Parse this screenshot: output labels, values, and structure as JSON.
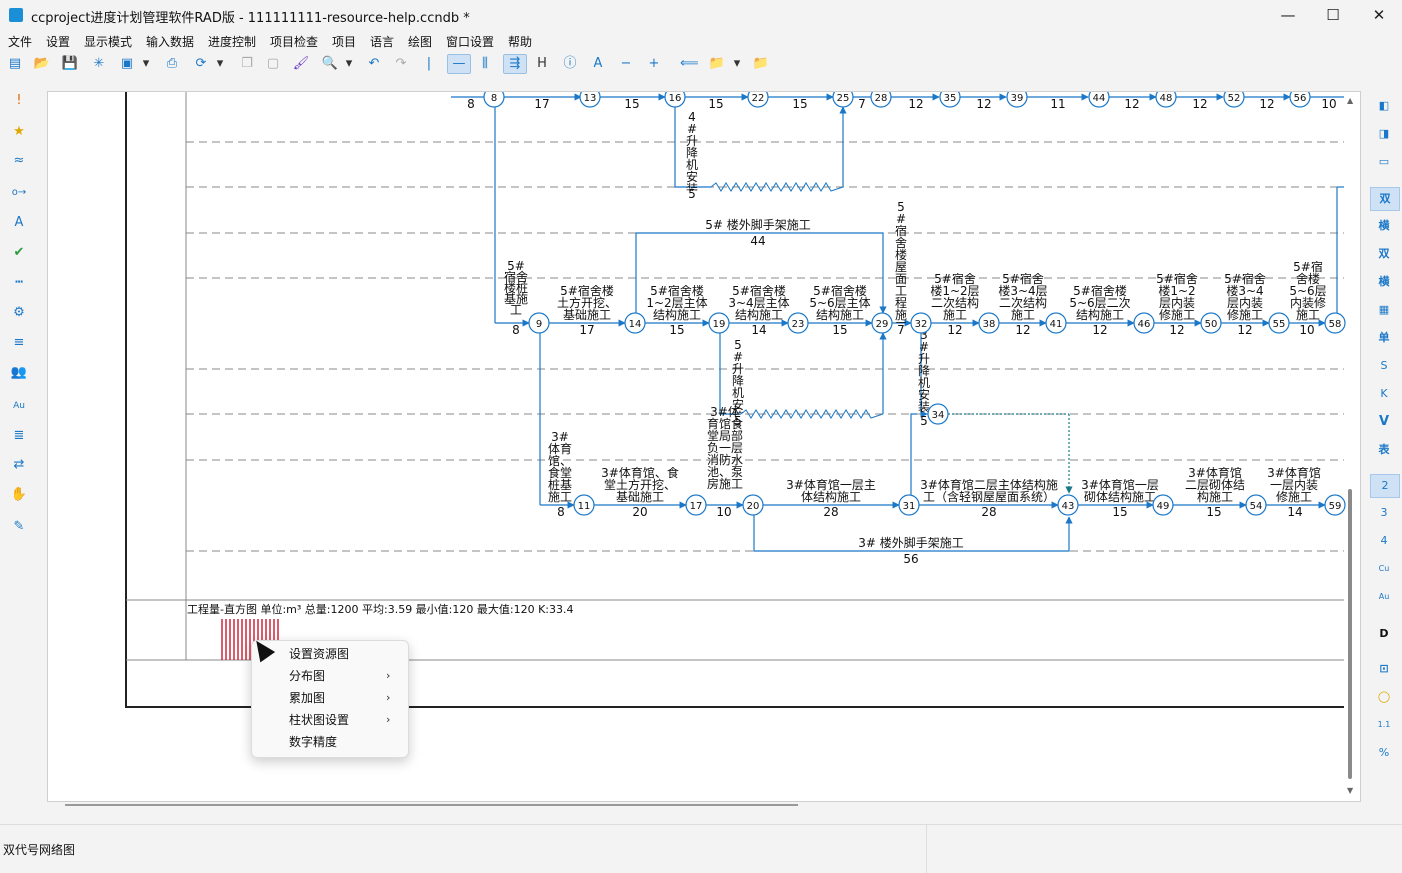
{
  "window": {
    "title": "ccproject进度计划管理软件RAD版 - 111111111-resource-help.ccndb *",
    "minimize": "—",
    "maximize": "☐",
    "close": "✕"
  },
  "menu": [
    "文件",
    "设置",
    "显示模式",
    "输入数据",
    "进度控制",
    "项目检查",
    "项目",
    "语言",
    "绘图",
    "窗口设置",
    "帮助"
  ],
  "toolbar_icons": [
    "new-icon",
    "open-icon",
    "save-icon",
    "star-burst-icon",
    "image-icon",
    "dropdown-icon",
    "print-icon",
    "refresh-icon",
    "dropdown-icon",
    "copy-icon",
    "paste-icon",
    "format-painter-icon",
    "search-icon",
    "dropdown-icon",
    "undo-icon",
    "redo-icon",
    "separator-icon",
    "single-line-icon",
    "column-icon",
    "network-icon",
    "h-icon",
    "info-icon",
    "text-a-icon",
    "zoom-out-icon",
    "zoom-in-icon",
    "back-icon",
    "folder-icon",
    "dropdown-icon",
    "red-folder-icon"
  ],
  "toolbar_glyphs": [
    "▤",
    "📂",
    "💾",
    "✳",
    "▣",
    "▾",
    "⎙",
    "⟳",
    "▾",
    "❐",
    "▢",
    "🖌",
    "🔍",
    "▾",
    "↶",
    "↷",
    "|",
    "—",
    "⫼",
    "⇶",
    "H",
    "ⓘ",
    "A",
    "−",
    "+",
    "⟸",
    "📁",
    "▾",
    "📁"
  ],
  "left_tools": [
    "!",
    "★",
    "≈",
    "o→",
    "A",
    "✔",
    "┅",
    "⚙",
    "≡",
    "👥",
    "Au",
    "≣",
    "⇄",
    "✋",
    "✎"
  ],
  "right_tools": [
    "◧",
    "◨",
    "▭",
    "双",
    "横",
    "双",
    "横",
    "▦",
    "单",
    "S",
    "K",
    "V",
    "表",
    "2",
    "3",
    "4",
    "Cu",
    "Au",
    "D",
    "⊡",
    "◯",
    "1.1",
    "%"
  ],
  "status": {
    "mode": "双代号网络图"
  },
  "histogram": {
    "caption": "工程量-直方图 单位:m³ 总量:1200 平均:3.59 最小值:120 最大值:120 K:33.4"
  },
  "context_menu": {
    "items": [
      {
        "label": "设置资源图",
        "submenu": false
      },
      {
        "label": "分布图",
        "submenu": true
      },
      {
        "label": "累加图",
        "submenu": true
      },
      {
        "label": "柱状图设置",
        "submenu": true
      },
      {
        "label": "数字精度",
        "submenu": false
      }
    ],
    "arrow": "›"
  },
  "network": {
    "nodes": [
      "8",
      "13",
      "16",
      "22",
      "25",
      "28",
      "35",
      "39",
      "44",
      "48",
      "52",
      "56",
      "9",
      "14",
      "19",
      "23",
      "29",
      "32",
      "38",
      "41",
      "46",
      "50",
      "55",
      "58",
      "34",
      "11",
      "17",
      "20",
      "31",
      "43",
      "49",
      "54",
      "59"
    ],
    "top_row_durations": [
      "8",
      "17",
      "15",
      "15",
      "15",
      "7",
      "12",
      "12",
      "11",
      "12",
      "12",
      "12",
      "10"
    ],
    "tasks": {
      "t_4lift": "4#升降机安装",
      "t_4lift_d": "5",
      "t_5scaffold": "5# 楼外脚手架施工",
      "t_5scaffold_d": "44",
      "t_5pile": "5#宿舍楼桩基施工",
      "t_5pile_d": "8",
      "t_5earth": "5#宿舍楼土方开挖、基础施工",
      "t_5earth_d": "17",
      "t_5f12": "5#宿舍楼1~2层主体结构施工",
      "t_5f12_d": "15",
      "t_5f34": "5#宿舍楼3~4层主体结构施工",
      "t_5f34_d": "14",
      "t_5f56": "5#宿舍楼5~6层主体结构施工",
      "t_5f56_d": "15",
      "t_5roof": "5#宿舍楼屋面工程施工",
      "t_5roof_d": "7",
      "t_5s12": "5#宿舍楼1~2层二次结构施工",
      "t_5s12_d": "12",
      "t_5s34": "5#宿舍楼3~4层二次结构施工",
      "t_5s34_d": "12",
      "t_5s56": "5#宿舍楼5~6层二次结构施工",
      "t_5s56_d": "12",
      "t_5i12": "5#宿舍楼1~2层内装修施工",
      "t_5i12_d": "12",
      "t_5i34": "5#宿舍楼3~4层内装修施工",
      "t_5i34_d": "12",
      "t_5i56": "5#宿舍楼5~6层内装修施工",
      "t_5i56_d": "10",
      "t_5lift": "5#升降机安装",
      "t_5lift_d": "5",
      "t_3lift": "3#升降机安装",
      "t_3lift_d": "5",
      "t_3pile": "3#体育馆、食堂桩基施工",
      "t_3pile_d": "8",
      "t_3earth": "3#体育馆、食堂土方开挖、基础施工",
      "t_3earth_d": "20",
      "t_3fire": "3#体育馆食堂局部负一层消防水池、泵房施工",
      "t_3fire_d": "10",
      "t_3f1": "3#体育馆一层主体结构施工",
      "t_3f1_d": "28",
      "t_3f2": "3#体育馆二层主体结构施工（含轻钢屋屋面系统）",
      "t_3f2_d": "28",
      "t_3s1": "3#体育馆一层砌体结构施工",
      "t_3s1_d": "15",
      "t_3s2": "3#体育馆二层砌体结构施工",
      "t_3s2_d": "15",
      "t_3i1": "3#体育馆一层内装修施工",
      "t_3i1_d": "14",
      "t_3scaffold": "3# 楼外脚手架施工",
      "t_3scaffold_d": "56"
    }
  },
  "colors": {
    "arrow": "#1b78c8",
    "grid": "#888888",
    "hist": "#d0243a"
  }
}
